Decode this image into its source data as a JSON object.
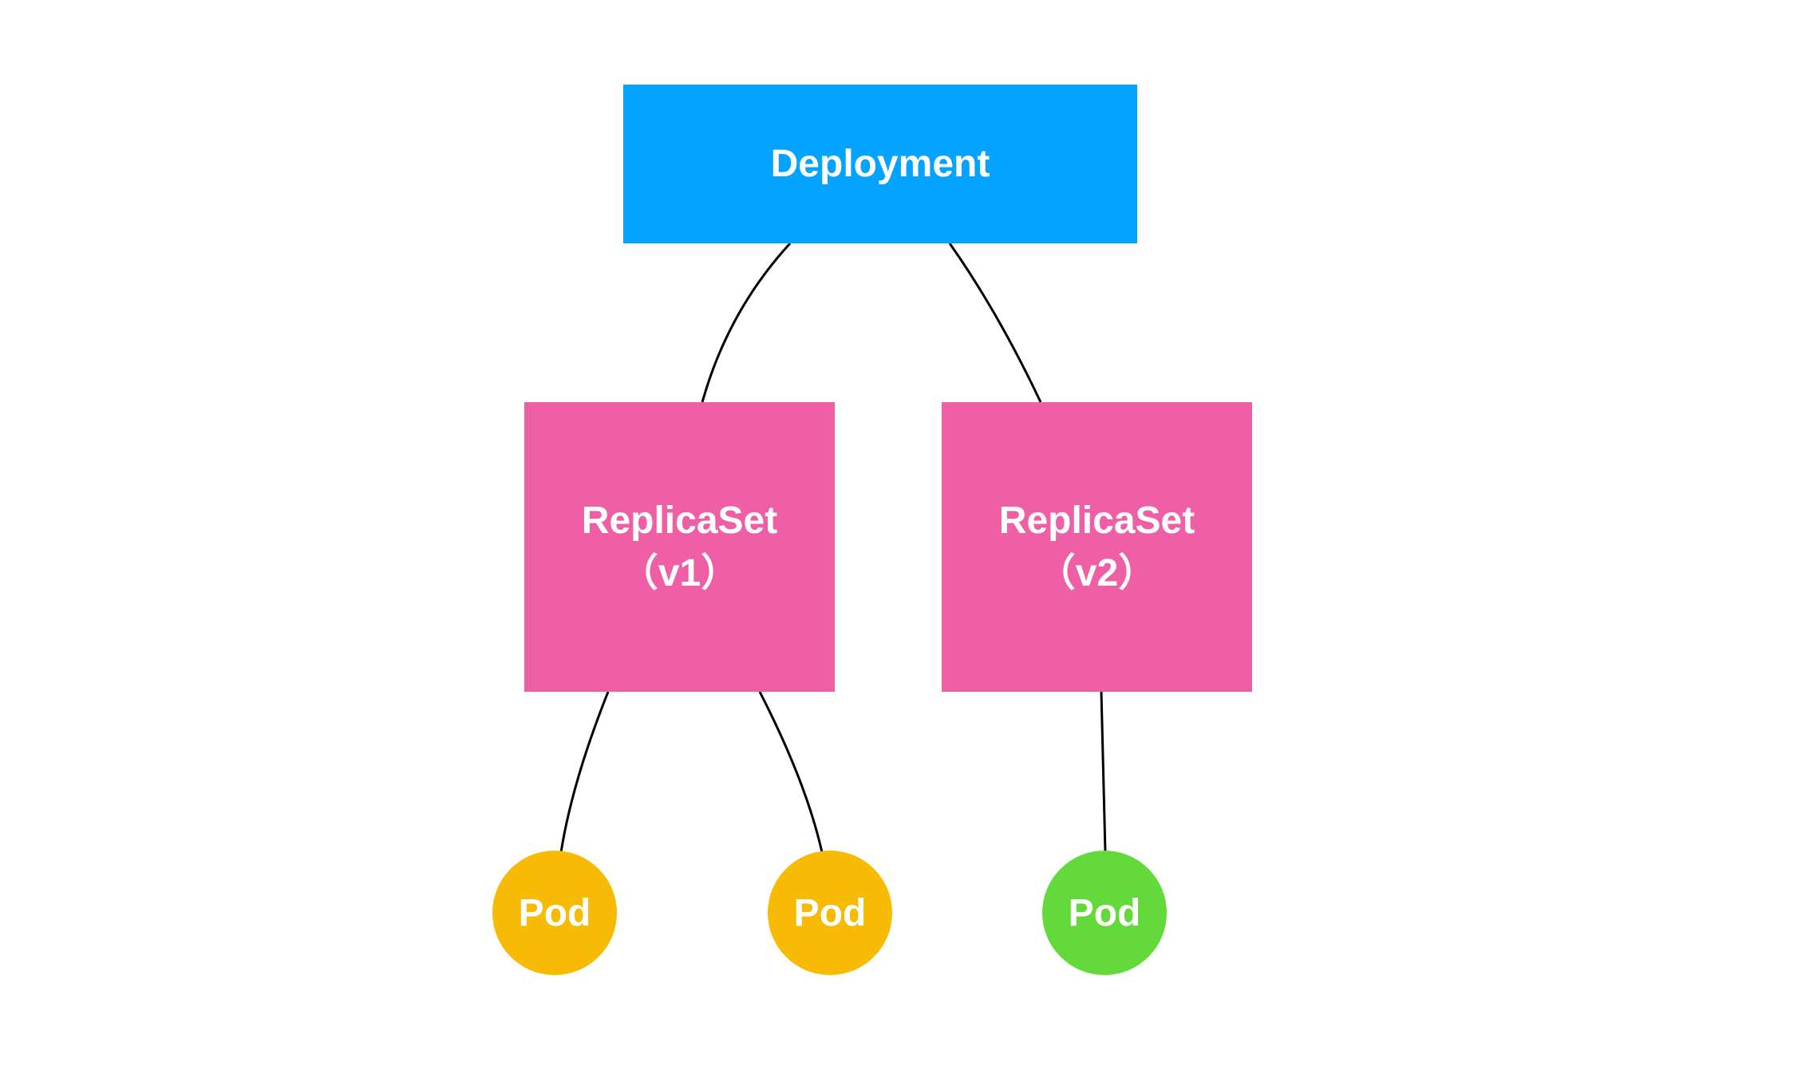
{
  "colors": {
    "deployment": "#03A3FF",
    "replicaset": "#EF5FA6",
    "pod_v1": "#F7BB06",
    "pod_v2": "#63D93B",
    "connector": "#000000",
    "text": "#FFFFFF"
  },
  "deployment": {
    "label": "Deployment"
  },
  "replicasets": [
    {
      "name": "ReplicaSet",
      "version": "（v1）"
    },
    {
      "name": "ReplicaSet",
      "version": "（v2）"
    }
  ],
  "pods": [
    {
      "label": "Pod",
      "replicaset": "v1"
    },
    {
      "label": "Pod",
      "replicaset": "v1"
    },
    {
      "label": "Pod",
      "replicaset": "v2"
    }
  ]
}
